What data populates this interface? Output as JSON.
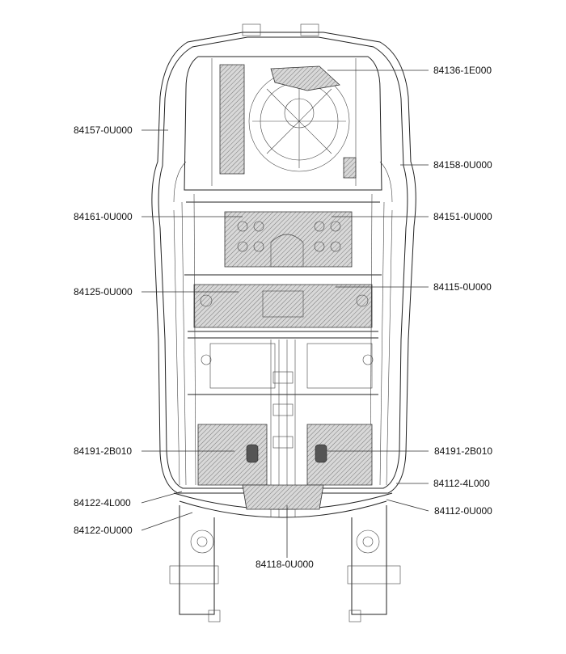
{
  "parts": [
    {
      "id": "p1",
      "label": "84136-1E000"
    },
    {
      "id": "p2",
      "label": "84157-0U000"
    },
    {
      "id": "p3",
      "label": "84158-0U000"
    },
    {
      "id": "p4",
      "label": "84161-0U000"
    },
    {
      "id": "p5",
      "label": "84151-0U000"
    },
    {
      "id": "p6",
      "label": "84125-0U000"
    },
    {
      "id": "p7",
      "label": "84115-0U000"
    },
    {
      "id": "p8",
      "label": "84191-2B010"
    },
    {
      "id": "p9",
      "label": "84191-2B010"
    },
    {
      "id": "p10",
      "label": "84112-4L000"
    },
    {
      "id": "p11",
      "label": "84122-4L000"
    },
    {
      "id": "p12",
      "label": "84112-0U000"
    },
    {
      "id": "p13",
      "label": "84122-0U000"
    },
    {
      "id": "p14",
      "label": "84118-0U000"
    }
  ]
}
